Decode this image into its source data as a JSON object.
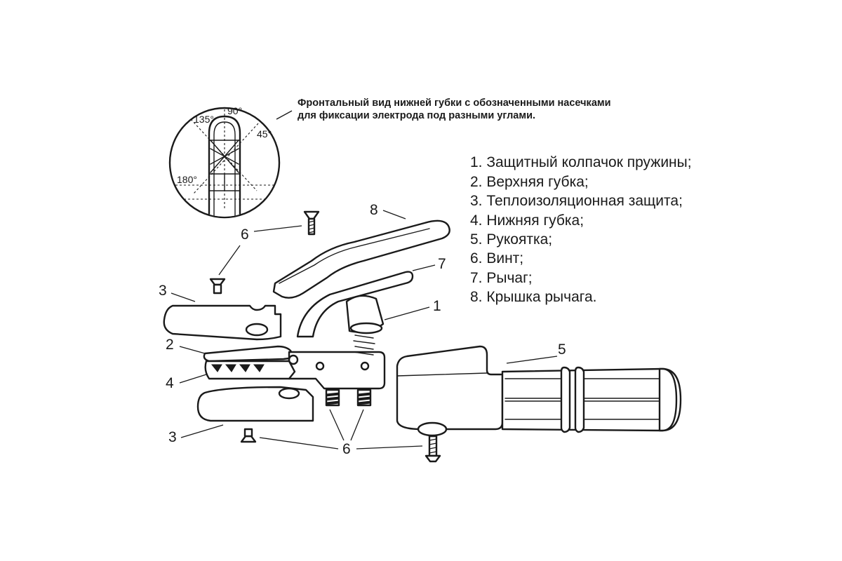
{
  "caption": {
    "line1": "Фронтальный вид нижней губки с обозначенными насечками",
    "line2": "для фиксации электрода под разными углами."
  },
  "angles": [
    "135°",
    "90°",
    "45°",
    "180°"
  ],
  "legend": [
    "1. Защитный колпачок пружины;",
    "2. Верхняя губка;",
    "3. Теплоизоляционная защита;",
    "4. Нижняя губка;",
    "5. Рукоятка;",
    "6. Винт;",
    "7. Рычаг;",
    "8. Крышка рычага."
  ],
  "callouts": [
    "8",
    "6",
    "7",
    "3",
    "1",
    "2",
    "5",
    "4",
    "3",
    "6"
  ]
}
